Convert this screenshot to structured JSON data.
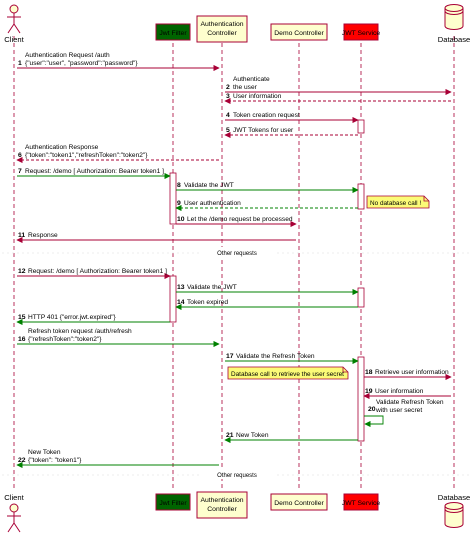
{
  "participants": [
    {
      "id": "client",
      "label": "Client",
      "kind": "actor",
      "color": "#fefece"
    },
    {
      "id": "jwt_filter",
      "label": "Jwt Filter",
      "kind": "box",
      "color": "#006400"
    },
    {
      "id": "auth_controller",
      "label": "Authentication\nController",
      "kind": "box",
      "color": "#fefece"
    },
    {
      "id": "demo_controller",
      "label": "Demo Controller",
      "kind": "box",
      "color": "#fefece"
    },
    {
      "id": "jwt_service",
      "label": "JWT Service",
      "kind": "box",
      "color": "#ff0000"
    },
    {
      "id": "database",
      "label": "Database",
      "kind": "database",
      "color": "#fefece"
    }
  ],
  "colors": {
    "lifeline": "#a80036",
    "arrow_black": "#a80036",
    "arrow_green": "#008000",
    "arrow_blue": "#0000ff",
    "note_fill": "#fbfb77",
    "note_border": "#a80036"
  },
  "messages": [
    {
      "num": "1",
      "from": "client",
      "to": "auth_controller",
      "text": "Authentication Request /auth\n{\"user\":\"user\", \"password\":\"password\"}",
      "style": "solid",
      "color": "black"
    },
    {
      "num": "2",
      "from": "auth_controller",
      "to": "database",
      "text": "Authenticate\nthe user",
      "style": "solid",
      "color": "black"
    },
    {
      "num": "3",
      "from": "database",
      "to": "auth_controller",
      "text": "User information",
      "style": "dashed",
      "color": "black"
    },
    {
      "num": "4",
      "from": "auth_controller",
      "to": "jwt_service",
      "text": "Token creation request",
      "style": "solid",
      "color": "black"
    },
    {
      "num": "5",
      "from": "jwt_service",
      "to": "auth_controller",
      "text": "JWT Tokens for user",
      "style": "dashed",
      "color": "black"
    },
    {
      "num": "6",
      "from": "auth_controller",
      "to": "client",
      "text": "Authentication Response\n{\"token\":\"token1\",\"refreshToken\":\"token2\"}",
      "style": "dashed",
      "color": "black"
    },
    {
      "num": "7",
      "from": "client",
      "to": "jwt_filter",
      "text": "Request: /demo [ Authorization: Bearer token1 ]",
      "style": "solid",
      "color": "green"
    },
    {
      "num": "8",
      "from": "jwt_filter",
      "to": "jwt_service",
      "text": "Validate the JWT",
      "style": "solid",
      "color": "green"
    },
    {
      "num": "9",
      "from": "jwt_service",
      "to": "jwt_filter",
      "text": "User authentication",
      "style": "dashed",
      "color": "green"
    },
    {
      "num": "10",
      "from": "jwt_filter",
      "to": "demo_controller",
      "text": "Let the /demo request be processed",
      "style": "solid",
      "color": "black"
    },
    {
      "num": "11",
      "from": "demo_controller",
      "to": "client",
      "text": "Response",
      "style": "solid",
      "color": "black"
    },
    {
      "num": "12",
      "from": "client",
      "to": "jwt_filter",
      "text": "Request: /demo [ Authorization: Bearer token1 ]",
      "style": "solid",
      "color": "black"
    },
    {
      "num": "13",
      "from": "jwt_filter",
      "to": "jwt_service",
      "text": "Validate the JWT",
      "style": "solid",
      "color": "green"
    },
    {
      "num": "14",
      "from": "jwt_service",
      "to": "jwt_filter",
      "text": "Token expired",
      "style": "solid",
      "color": "green"
    },
    {
      "num": "15",
      "from": "jwt_filter",
      "to": "client",
      "text": "HTTP 401 {\"error.jwt.expired\"}",
      "style": "solid",
      "color": "green"
    },
    {
      "num": "16",
      "from": "client",
      "to": "auth_controller",
      "text": "Refresh token request /auth/refresh\n{\"refreshToken\":\"token2\"}",
      "style": "solid",
      "color": "green"
    },
    {
      "num": "17",
      "from": "auth_controller",
      "to": "jwt_service",
      "text": "Validate the Refresh Token",
      "style": "solid",
      "color": "green"
    },
    {
      "num": "18",
      "from": "jwt_service",
      "to": "database",
      "text": "Retrieve user information",
      "style": "solid",
      "color": "black"
    },
    {
      "num": "19",
      "from": "database",
      "to": "jwt_service",
      "text": "User information",
      "style": "solid",
      "color": "black"
    },
    {
      "num": "20",
      "from": "jwt_service",
      "to": "jwt_service",
      "text": "Validate Refresh Token\nwith user secret",
      "style": "solid",
      "color": "green"
    },
    {
      "num": "21",
      "from": "jwt_service",
      "to": "auth_controller",
      "text": "New Token",
      "style": "solid",
      "color": "green"
    },
    {
      "num": "22",
      "from": "auth_controller",
      "to": "client",
      "text": "New Token\n{\"token\": \"token1\"}",
      "style": "solid",
      "color": "green"
    }
  ],
  "notes": [
    {
      "text": "No database call !",
      "near": "jwt_service",
      "after": "9"
    },
    {
      "text": "Database call to retrieve the user secret",
      "near": "jwt_service",
      "after": "17"
    }
  ],
  "dividers": [
    {
      "text": "Other requests",
      "after": "11"
    },
    {
      "text": "Other requests",
      "after": "22"
    }
  ]
}
